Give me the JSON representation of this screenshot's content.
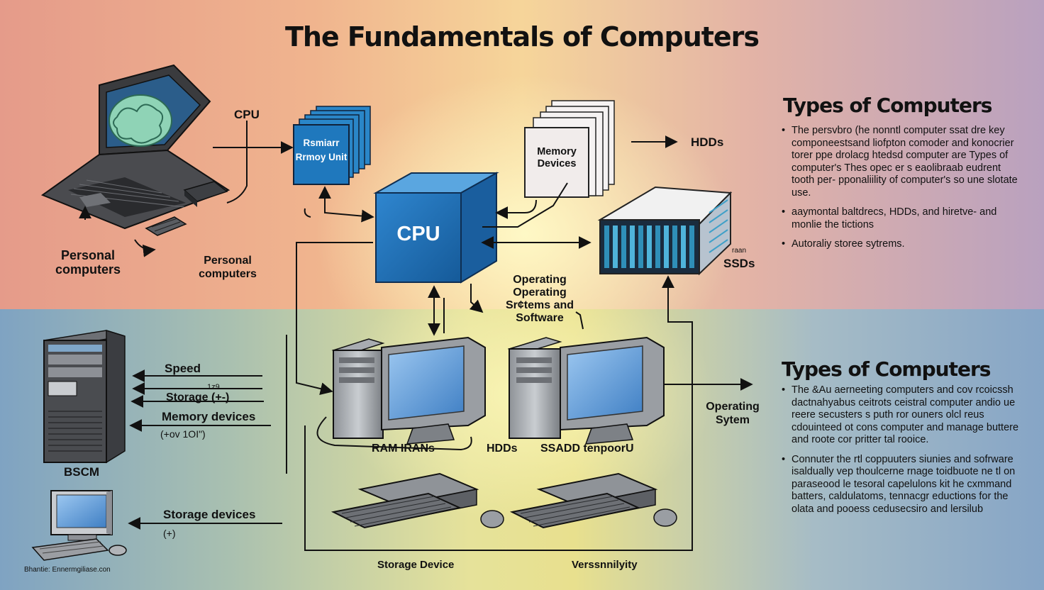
{
  "title": "The Fundamentals of Computers",
  "labels": {
    "cpu_top": "CPU",
    "memory_unit": "Rsmiarr Rrmoy Unit",
    "memory_devices": "Memory Devices",
    "hdds_top": "HDDs",
    "cpu_cube": "CPU",
    "ssds": "SSDs",
    "ssds_small": "raan",
    "personal_computers_1": "Personal computers",
    "personal_computers_2": "Personal computers",
    "operating_systems": "Operating Operating Sr¢tems and Software",
    "speed": "Speed",
    "storage": "Storage (+-)",
    "storage_small": "1z9",
    "memory_devices_left": "Memory devices",
    "memory_devices_sub": "(+ov 1OI\")",
    "bscm": "BSCM",
    "storage_devices_left": "Storage devices",
    "storage_devices_sub": "(+)",
    "bottom_caption": "Bhantie: Ennermgiliase.con",
    "ram": "RAM IRANs",
    "hdds_mid": "HDDs",
    "ssadd": "SSADD tenpoorU",
    "operating_system_right": "Operating Sytem",
    "storage_device_bottom": "Storage Device",
    "versatility": "Verssnnilyity"
  },
  "panel_top": {
    "heading": "Types of Computers",
    "bullets": [
      "The persvbro (he nonntl computer ssat dre key componeestsand liofpton comoder and konocrier torer ppe drolacg htedsd computer are Types of computer's Thes opec er s eaolibraab eudrent tooth per- pponaliility of computer's so une slotate use.",
      "aaymontal baltdrecs, HDDs, and hiretve- and monlie the tictions",
      "Autoraliy storee sytrems."
    ]
  },
  "panel_bottom": {
    "heading": "Types of Computers",
    "bullets": [
      "The &Au aerneeting computers and cov rcoicssh dactnahyabus ceitrots ceistral computer andio ue reere secusters s puth ror ouners olcl reus cdouinteed ot cons computer and manage buttere and roote cor pritter tal rooice.",
      "Connuter the rtl coppuuters siunies and sofrware isaldually vep thoulcerne rnage toidbuote ne tl on paraseood le tesoral capelulons kit he cxmmand batters, caldulatoms, tennacgr eductions for the olata and pooess cedusecsiro and lersilub"
    ]
  },
  "colors": {
    "cpu_blue": "#1f6fb5",
    "memory_blue": "#2a86c8",
    "arrow": "#111111",
    "monitor_screen": "#5b9ad8"
  },
  "icons": [
    "laptop-icon",
    "desktop-tower-icon",
    "server-rack-icon",
    "keyboard-icon",
    "mouse-icon",
    "monitor-icon",
    "hard-drive-icon",
    "chip-icon"
  ]
}
